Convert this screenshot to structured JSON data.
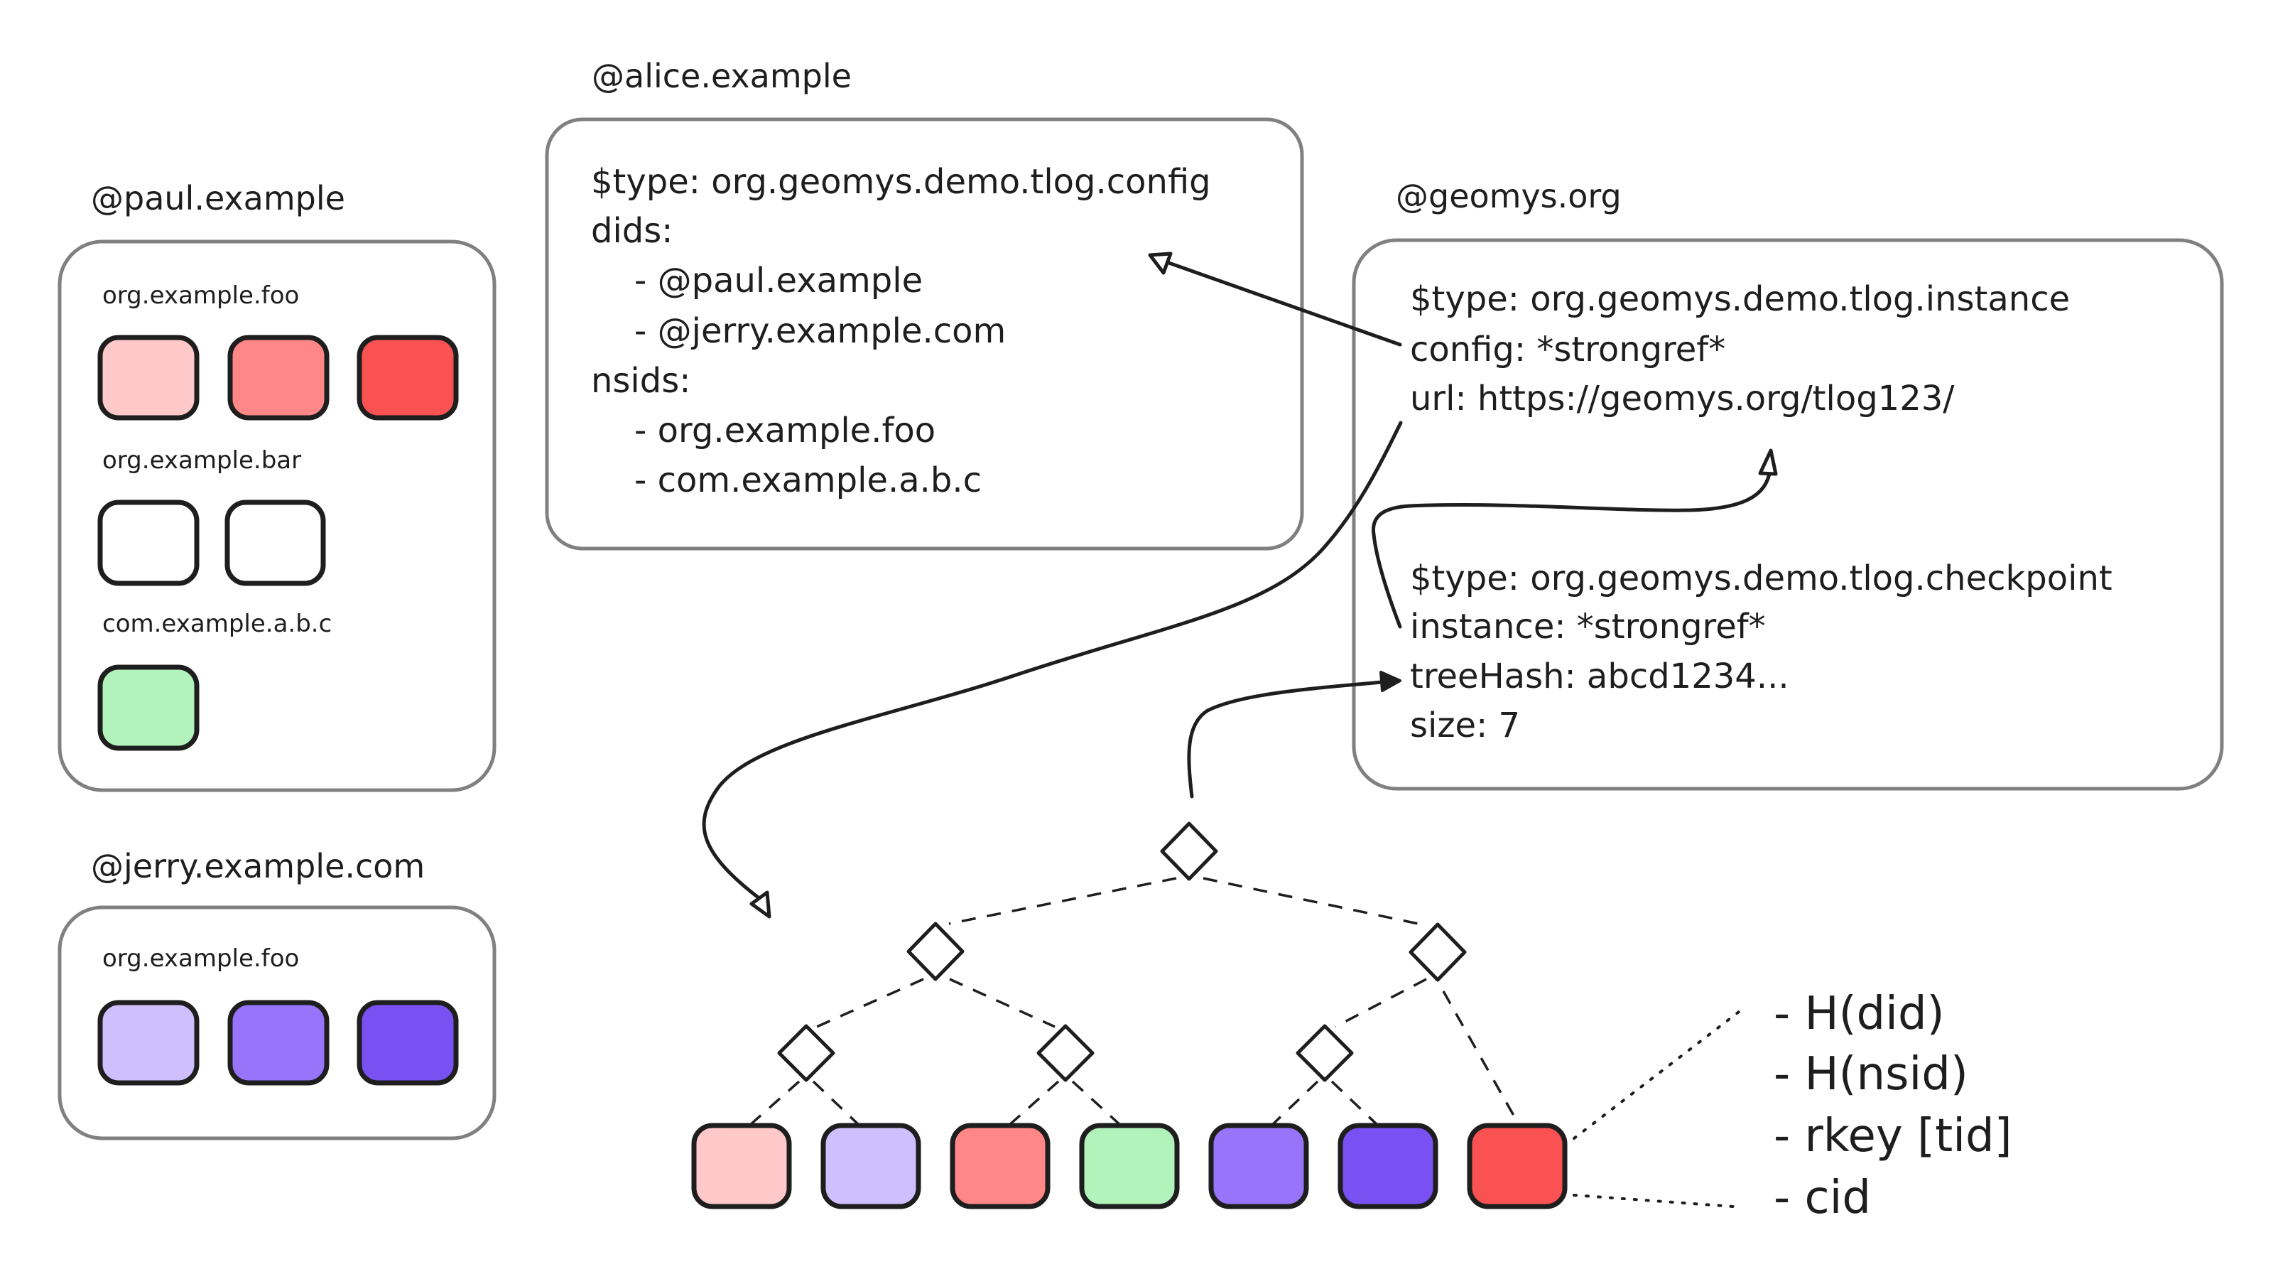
{
  "colors": {
    "ink": "#1e1e1e",
    "card_border": "#808080",
    "red_light": "#ffc9c9",
    "red_mid": "#ff8787",
    "red_dark": "#fa5252",
    "green": "#b2f2bb",
    "violet_light": "#d0bfff",
    "violet_mid": "#9775fa",
    "violet_dark": "#7950f2",
    "empty": "#ffffff"
  },
  "repos": {
    "paul": {
      "handle": "@paul.example",
      "collections": [
        {
          "nsid": "org.example.foo",
          "records": [
            "red_light",
            "red_mid",
            "red_dark"
          ]
        },
        {
          "nsid": "org.example.bar",
          "records": [
            "empty",
            "empty"
          ]
        },
        {
          "nsid": "com.example.a.b.c",
          "records": [
            "green"
          ]
        }
      ]
    },
    "jerry": {
      "handle": "@jerry.example.com",
      "collections": [
        {
          "nsid": "org.example.foo",
          "records": [
            "violet_light",
            "violet_mid",
            "violet_dark"
          ]
        }
      ]
    },
    "alice": {
      "handle": "@alice.example",
      "lines": [
        "$type: org.geomys.demo.tlog.config",
        "dids:",
        "    - @paul.example",
        "    - @jerry.example.com",
        "nsids:",
        "    - org.example.foo",
        "    - com.example.a.b.c"
      ]
    },
    "geomys": {
      "handle": "@geomys.org",
      "instance_lines": [
        "$type: org.geomys.demo.tlog.instance",
        "config: *strongref*",
        "url: https://geomys.org/tlog123/"
      ],
      "checkpoint_lines": [
        "$type: org.geomys.demo.tlog.checkpoint",
        "instance: *strongref*",
        "treeHash: abcd1234...",
        "size: 7"
      ]
    }
  },
  "tree": {
    "leaves": [
      "red_light",
      "violet_light",
      "red_mid",
      "green",
      "violet_mid",
      "violet_dark",
      "red_dark"
    ],
    "leaf_fields": [
      "- H(did)",
      "- H(nsid)",
      "- rkey [tid]",
      "- cid"
    ]
  }
}
